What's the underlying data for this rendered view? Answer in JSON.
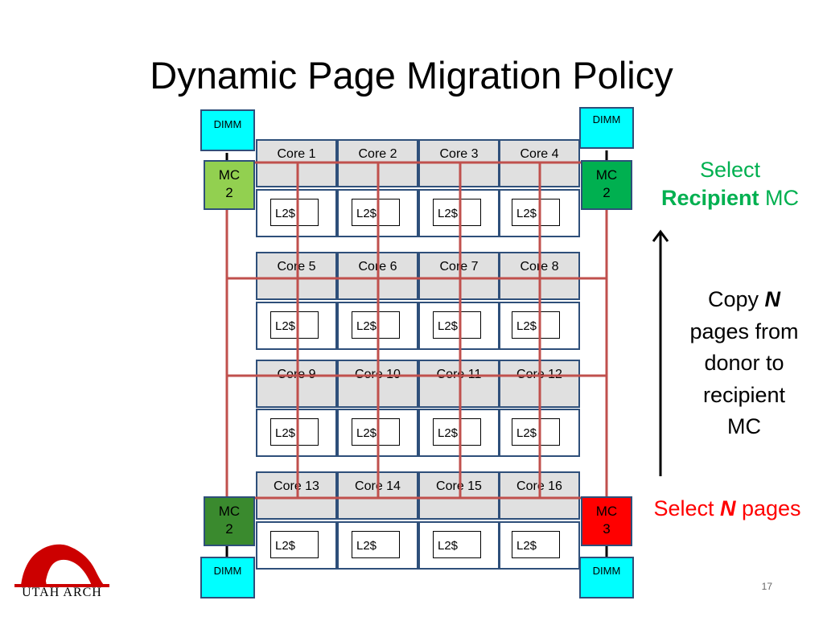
{
  "slide": {
    "title": "Dynamic Page Migration Policy",
    "page_number": "17"
  },
  "dimms": {
    "top_left": "DIMM",
    "top_right": "DIMM",
    "bottom_left": "DIMM",
    "bottom_right": "DIMM"
  },
  "mcs": {
    "top_left": {
      "line1": "MC",
      "line2": "2",
      "color": "#92d050"
    },
    "top_right": {
      "line1": "MC",
      "line2": "2",
      "color": "#00b050"
    },
    "bottom_left": {
      "line1": "MC",
      "line2": "2",
      "color": "#3a8a2e"
    },
    "bottom_right": {
      "line1": "MC",
      "line2": "3",
      "color": "#ff0000"
    }
  },
  "cores": [
    "Core 1",
    "Core 2",
    "Core 3",
    "Core 4",
    "Core 5",
    "Core 6",
    "Core 7",
    "Core 8",
    "Core 9",
    "Core 10",
    "Core 11",
    "Core 12",
    "Core 13",
    "Core 14",
    "Core 15",
    "Core 16"
  ],
  "l2_label": "L2$",
  "annotations": {
    "select_recipient": {
      "part1": "Select",
      "part2_bold": "Recipient",
      "part3": " MC",
      "color": "#00b050"
    },
    "copy_n": {
      "line1_text": "Copy ",
      "line1_bold": "N",
      "line2": "pages from",
      "line3": "donor to",
      "line4": "recipient",
      "line5": "MC"
    },
    "select_n_pages": {
      "text1": "Select ",
      "bold": "N",
      "text2": " pages",
      "color": "#ff0000"
    }
  },
  "logo": {
    "text": "UTAH ARCH",
    "color": "#cc0000"
  },
  "colors": {
    "mesh": "#c0504d",
    "border": "#2e4f7a",
    "dimm": "#00ffff"
  }
}
